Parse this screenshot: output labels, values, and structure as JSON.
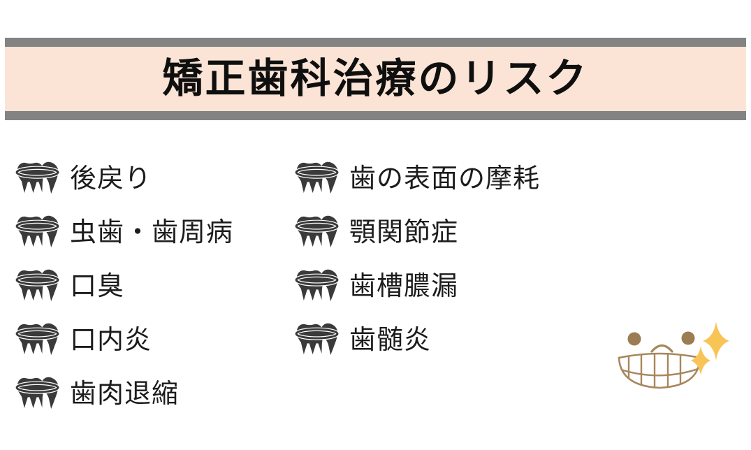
{
  "page": {
    "background": "#ffffff",
    "description_language": "ja"
  },
  "banner": {
    "title": "矯正歯科治療のリスク",
    "bar_color": "#838383",
    "background": "#fbe4d5",
    "text_color": "#0f0f0f"
  },
  "risks": {
    "left": [
      "後戻り",
      "虫歯・歯周病",
      "口臭",
      "口内炎",
      "歯肉退縮"
    ],
    "right": [
      "歯の表面の摩耗",
      "顎関節症",
      "歯槽膿漏",
      "歯髄炎"
    ]
  },
  "icons": {
    "list_marker": "tooth-with-band-icon",
    "mascot": "smiling-mouth-illustration",
    "sparkle": "sparkle-icon"
  },
  "colors": {
    "list_text": "#1c1c1c",
    "tooth_icon": "#3a3a3a",
    "mascot_line": "#a8865c",
    "mascot_eye": "#9c7c52",
    "sparkle": "#f8c455"
  }
}
